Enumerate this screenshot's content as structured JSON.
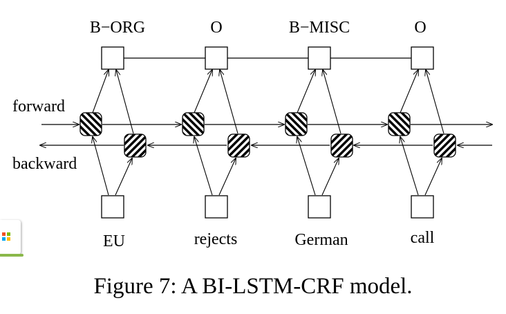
{
  "diagram": {
    "tags": [
      "B−ORG",
      "O",
      "B−MISC",
      "O"
    ],
    "words": [
      "EU",
      "rejects",
      "German",
      "call"
    ],
    "forward_label": "forward",
    "backward_label": "backward"
  },
  "caption": "Figure 7: A BI-LSTM-CRF model.",
  "widget": {
    "icon": "windows-logo-icon",
    "colors": [
      "#f25022",
      "#7fba00",
      "#00a4ef",
      "#ffb900"
    ],
    "accent": "#8ab84a"
  }
}
